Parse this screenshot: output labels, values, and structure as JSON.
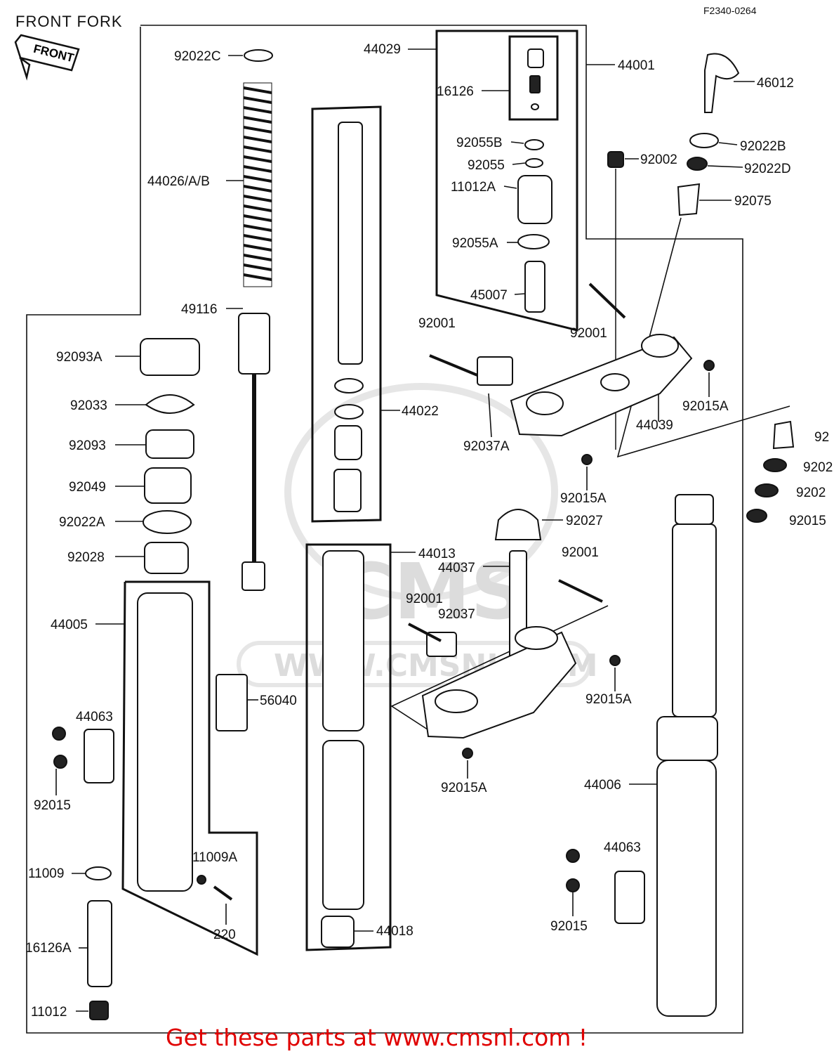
{
  "header": {
    "title": "FRONT FORK",
    "code": "F2340-0264",
    "direction_arrow": "FRONT"
  },
  "watermark": {
    "brand": "CMS",
    "site": "WWW.CMSNL.COM"
  },
  "footer": {
    "promo": "Get these parts at www.cmsnl.com !"
  },
  "parts": {
    "p92022C": "92022C",
    "p44029": "44029",
    "p44001": "44001",
    "p46012": "46012",
    "p16126": "16126",
    "p92055B": "92055B",
    "p92055": "92055",
    "p11012A": "11012A",
    "p92055A": "92055A",
    "p45007": "45007",
    "p92022B": "92022B",
    "p92002": "92002",
    "p92022D": "92022D",
    "p92075": "92075",
    "p44026AB": "44026/A/B",
    "p49116": "49116",
    "p92001a": "92001",
    "p92001b": "92001",
    "p92093A": "92093A",
    "p92033": "92033",
    "p92093": "92093",
    "p92049": "92049",
    "p92022A": "92022A",
    "p92028": "92028",
    "p44022": "44022",
    "p92037A": "92037A",
    "p44039": "44039",
    "p92015Aa": "92015A",
    "p92015Ab": "92015A",
    "p92r1": "92",
    "p92r2": "9202",
    "p92r3": "9202",
    "p92r4": "92015",
    "p92027": "92027",
    "p44013": "44013",
    "p44037": "44037",
    "p92001c": "92001",
    "p92001d": "92001",
    "p92037": "92037",
    "p44005": "44005",
    "p56040": "56040",
    "p92015Ac": "92015A",
    "p44063a": "44063",
    "p92015a": "92015",
    "p92015Ad": "92015A",
    "p44006": "44006",
    "p11009": "11009",
    "p11009A": "11009A",
    "p220": "220",
    "p44063b": "44063",
    "p92015b": "92015",
    "p44018": "44018",
    "p16126A": "16126A",
    "p11012": "11012"
  }
}
